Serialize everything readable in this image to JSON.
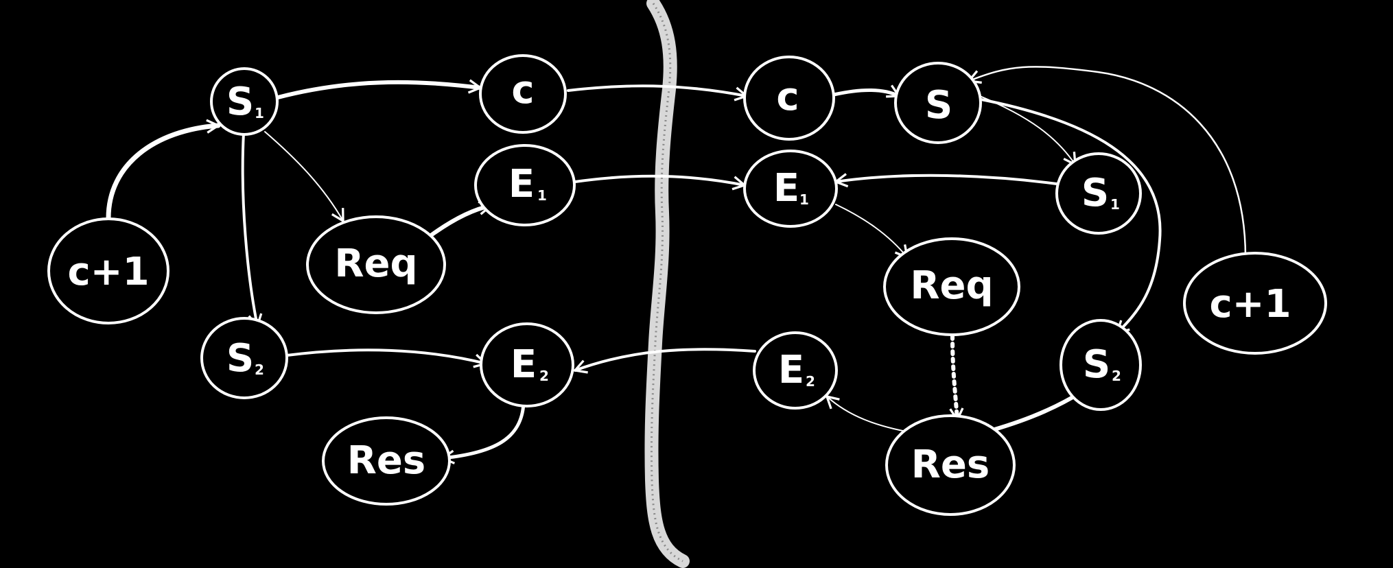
{
  "colors": {
    "background": "#000000",
    "foreground": "#ffffff",
    "divider": "#d8d8d8"
  },
  "left": {
    "nodes": {
      "c_plus_1": {
        "label": "c+1"
      },
      "s1": {
        "label": "S",
        "sub": "1"
      },
      "s2": {
        "label": "S",
        "sub": "2"
      },
      "req": {
        "label": "Req"
      },
      "c": {
        "label": "c"
      },
      "e1": {
        "label": "E",
        "sub": "1"
      },
      "e2": {
        "label": "E",
        "sub": "2"
      },
      "res": {
        "label": "Res"
      }
    }
  },
  "right": {
    "nodes": {
      "c": {
        "label": "c"
      },
      "s": {
        "label": "S"
      },
      "e1": {
        "label": "E",
        "sub": "1"
      },
      "s1": {
        "label": "S",
        "sub": "1"
      },
      "req": {
        "label": "Req"
      },
      "c_plus_1": {
        "label": "c+1"
      },
      "e2": {
        "label": "E",
        "sub": "2"
      },
      "s2": {
        "label": "S",
        "sub": "2"
      },
      "res": {
        "label": "Res"
      }
    }
  }
}
